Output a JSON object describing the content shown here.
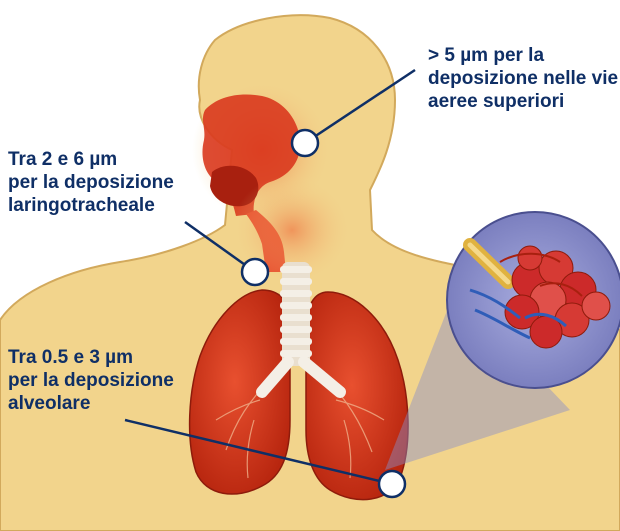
{
  "labels": {
    "upper_airways": {
      "line1": "> 5 µm per la",
      "line2": "deposizione nelle vie",
      "line3": "aeree superiori"
    },
    "laryngotracheal": {
      "line1": "Tra 2 e 6 µm",
      "line2": "per la deposizione",
      "line3": "laringotracheale"
    },
    "alveolar": {
      "line1": "Tra 0.5 e 3 µm",
      "line2": "per la deposizione",
      "line3": "alveolare"
    }
  },
  "colors": {
    "label_text": "#0f2f66",
    "callout_line": "#0f2f66",
    "skin": "#f2d48c",
    "skin_outline": "#d2a95c",
    "lung": "#d9381e",
    "lung_dark": "#a8200f",
    "airway_glow": "#ee6a3a",
    "trachea_ring": "#f4efe6",
    "magnifier": "#7b7fbf",
    "alveoli": "#cc2a2a",
    "vessel": "#2f5db8",
    "bronchiole": "#e0b240"
  }
}
